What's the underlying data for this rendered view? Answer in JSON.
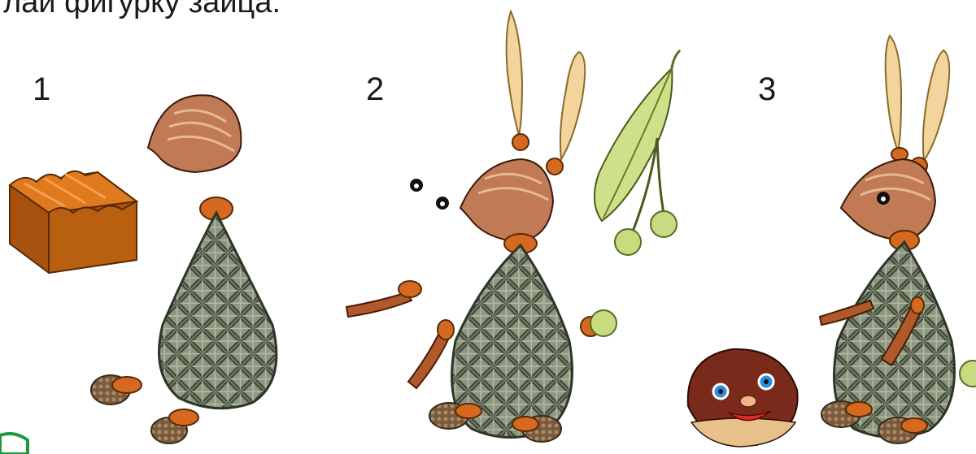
{
  "instruction": "лай фигурку зайца.",
  "steps": [
    {
      "number": "1"
    },
    {
      "number": "2"
    },
    {
      "number": "3"
    }
  ],
  "colors": {
    "cone": "#6f7b66",
    "cone_scale": "#9aa58c",
    "cone_edge": "#3e4638",
    "nut_shell": "#c07a55",
    "nut_stripe": "#e8b894",
    "acorn_cap": "#d4691f",
    "plasticine": "#e07a1f",
    "plasticine_dark": "#a8520f",
    "ear": "#f2d49c",
    "ear_edge": "#8a6a2a",
    "twig": "#b05a2c",
    "linden_leaf": "#cfe08a",
    "linden_fruit": "#c6dc7e",
    "chestnut": "#7a2a1a",
    "chestnut_light": "#e8c08a",
    "eye_blue": "#2a8fe0",
    "acorn_cup": "#8a6a4c",
    "green_mark": "#1a9a3a"
  },
  "icons": [
    "plasticine-block-icon",
    "nut-shell-icon",
    "pine-cone-icon",
    "acorn-icon",
    "ear-icon",
    "linden-branch-icon",
    "chestnut-face-icon",
    "eye-dot-icon"
  ]
}
